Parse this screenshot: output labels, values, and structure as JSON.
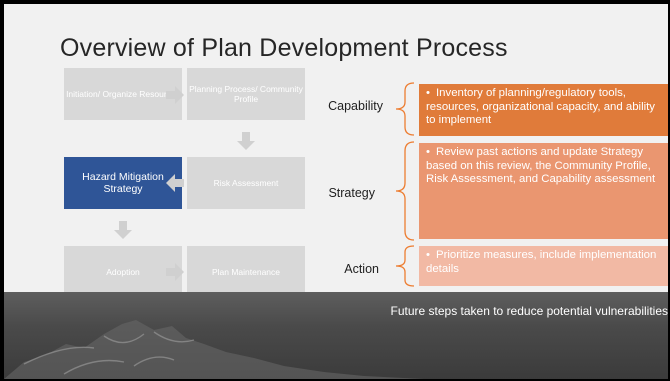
{
  "slide": {
    "title": "Overview of Plan Development Process",
    "footer": "Future steps taken to reduce potential vulnerabilities"
  },
  "process_boxes": [
    {
      "label": "Initiation/ Organize Resources"
    },
    {
      "label": "Planning Process/ Community Profile"
    },
    {
      "label": "Risk Assessment"
    },
    {
      "label": "Hazard Mitigation Strategy"
    },
    {
      "label": "Adoption"
    },
    {
      "label": "Plan Maintenance"
    }
  ],
  "steps": [
    {
      "label": "Capability",
      "bullet": "•",
      "text": "Inventory of planning/regulatory tools, resources, organizational capacity, and ability to implement",
      "color": "#e07b3a"
    },
    {
      "label": "Strategy",
      "bullet": "•",
      "text": "Review past actions and update Strategy based on this review, the Community Profile, Risk Assessment, and Capability assessment",
      "color": "#ea9670"
    },
    {
      "label": "Action",
      "bullet": "•",
      "text": "Prioritize measures, include implementation details",
      "color": "#f2b9a4"
    }
  ],
  "colors": {
    "active_box": "#2f5597",
    "inactive_box": "#d8d8d8",
    "brace": "#ed7d31",
    "arrow": "#d0d0d0"
  }
}
